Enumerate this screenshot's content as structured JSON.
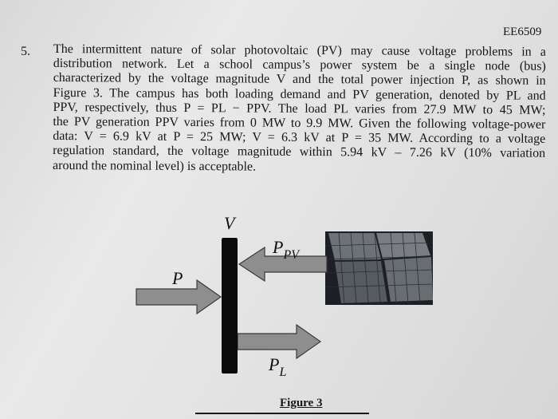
{
  "header": {
    "course_code": "EE6509"
  },
  "question": {
    "number": "5.",
    "lines": [
      "The intermittent nature of solar photovoltaic (PV) may cause voltage problems in a",
      "distribution network. Let a school campus’s power system be a single node (bus)",
      "characterized by the voltage magnitude V and the total power injection P, as shown in",
      "Figure 3. The campus has both loading demand and PV generation, denoted by PL and",
      "PPV, respectively, thus P = PL − PPV. The load PL varies from 27.9 MW to 45 MW;",
      "the PV generation PPV varies from 0 MW to 9.9 MW. Given the following voltage-power",
      "data: V = 6.9 kV at P = 25 MW; V = 6.3 kV at P = 35 MW. According to a voltage",
      "regulation standard, the voltage magnitude within 5.94 kV – 7.26 kV (10% variation",
      "around the nominal level) is acceptable."
    ]
  },
  "figure": {
    "label_v": "V",
    "label_p": "P",
    "label_ppv_main": "P",
    "label_ppv_sub": "PV",
    "label_pl_main": "P",
    "label_pl_sub": "L",
    "caption": "Figure 3"
  },
  "colors": {
    "bus": "#0b0b0b",
    "arrow_fill": "#8e8e8e",
    "arrow_stroke": "#3a3a3a",
    "panel_bg": "#1c1f24"
  }
}
